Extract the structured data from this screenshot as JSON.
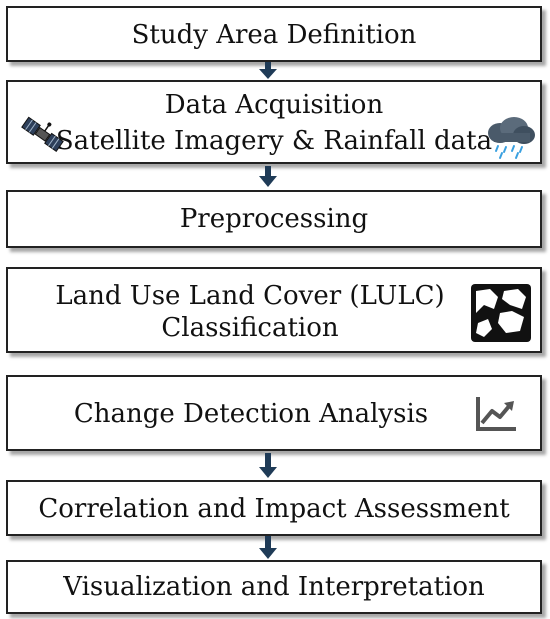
{
  "steps": [
    {
      "id": "study_area",
      "label": "Study Area Definition"
    },
    {
      "id": "data_acquisition",
      "label": "Data Acquisition",
      "sublabel": "Satellite Imagery & Rainfall data"
    },
    {
      "id": "preprocessing",
      "label": "Preprocessing"
    },
    {
      "id": "lulc",
      "label": "Land Use Land Cover (LULC)",
      "sublabel": "Classification"
    },
    {
      "id": "change_detection",
      "label": "Change Detection Analysis"
    },
    {
      "id": "correlation",
      "label": "Correlation and Impact Assessment"
    },
    {
      "id": "visualization",
      "label": "Visualization and Interpretation"
    }
  ],
  "icons": {
    "satellite": "satellite-icon",
    "rain_cloud": "rain-cloud-icon",
    "land_map": "land-cover-map-icon",
    "trend": "trend-chart-icon"
  },
  "colors": {
    "arrow": "#1f3b57",
    "box_border": "#222222",
    "text": "#111111"
  }
}
